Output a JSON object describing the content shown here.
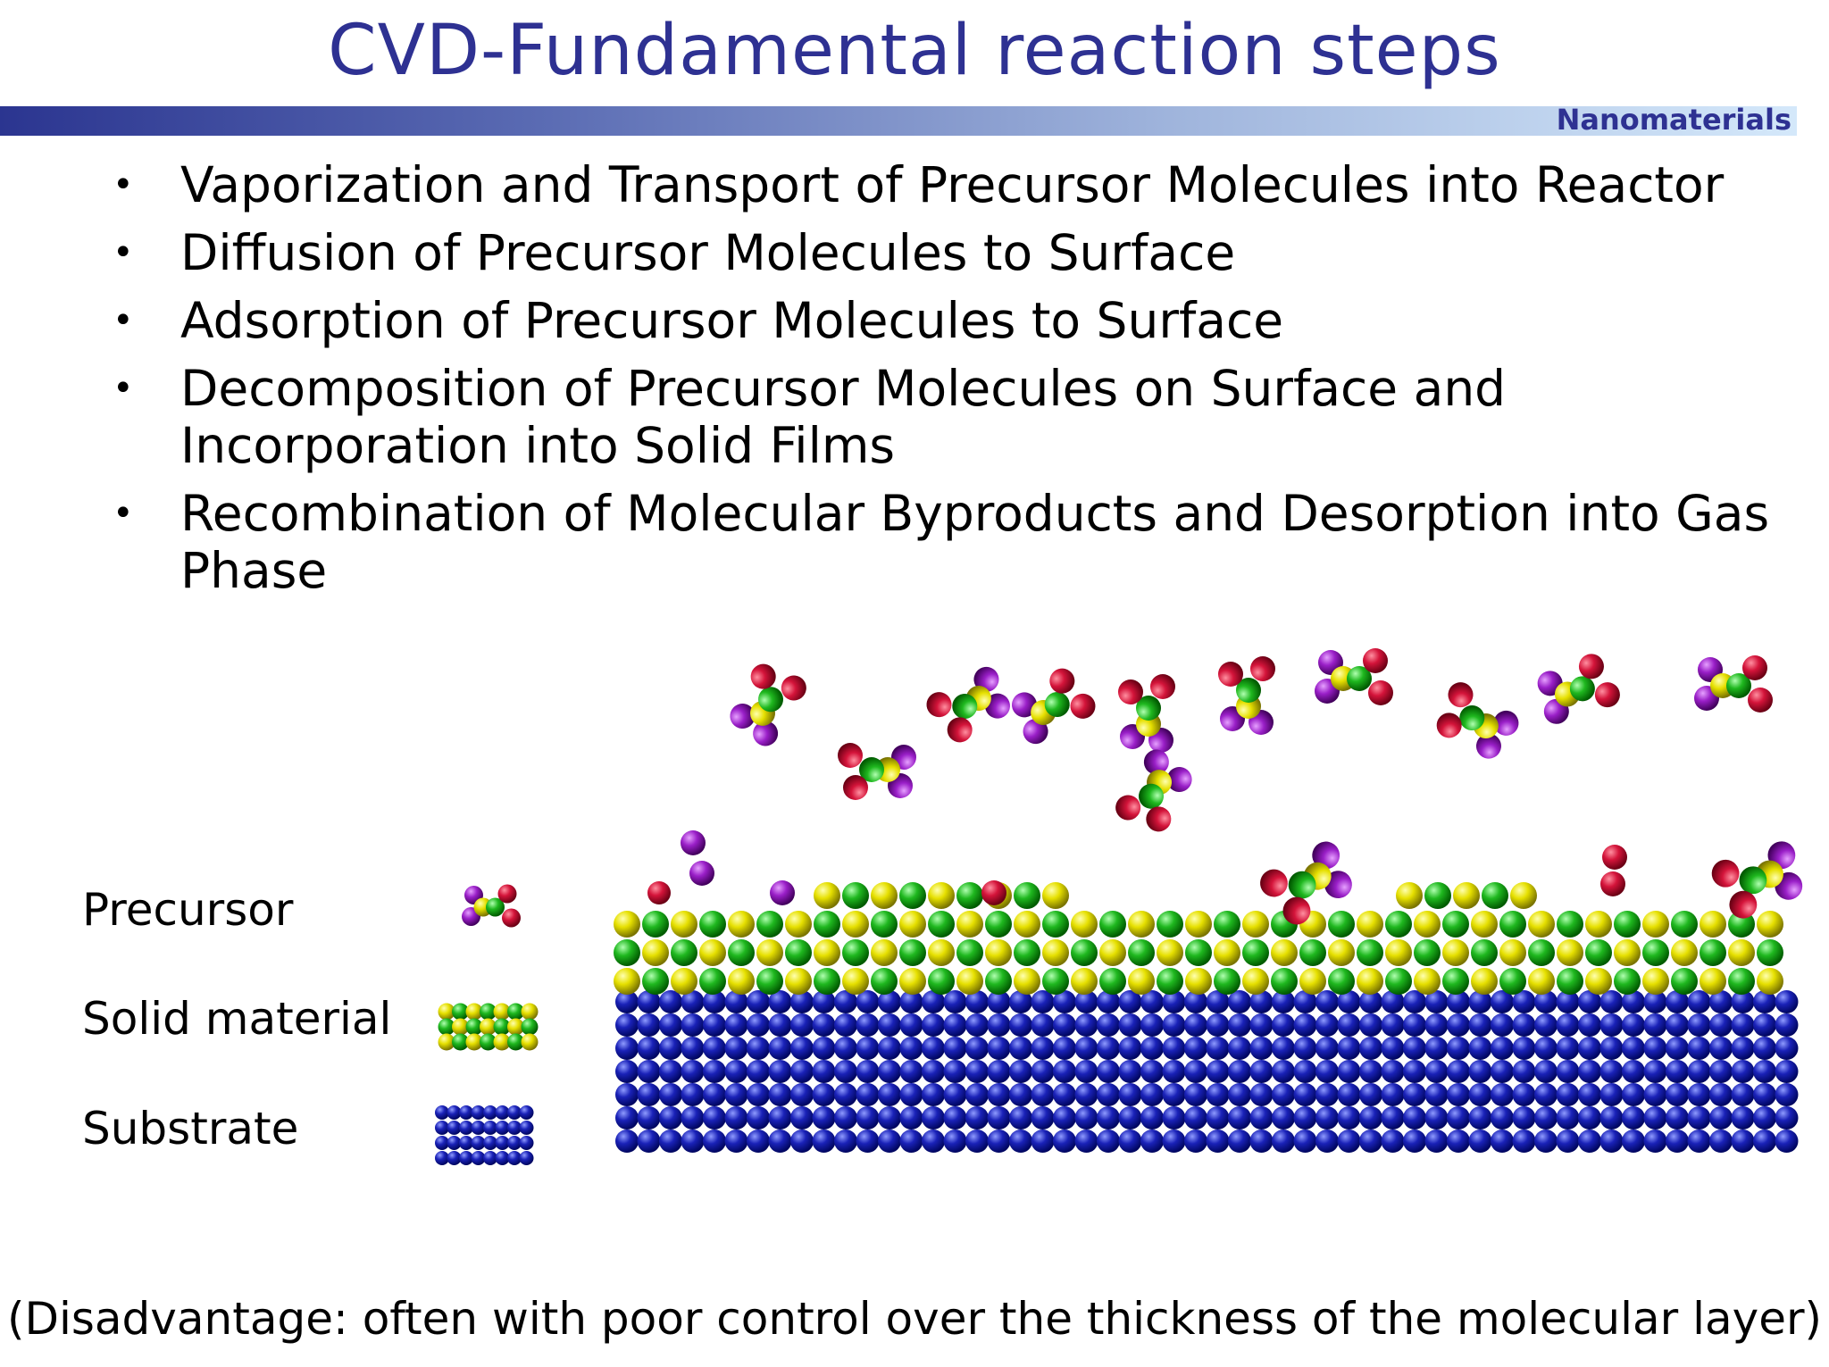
{
  "slide": {
    "title": "CVD-Fundamental reaction steps",
    "tag": "Nanomaterials",
    "bullets": [
      "Vaporization and Transport of Precursor Molecules into Reactor",
      "Diffusion of Precursor Molecules to Surface",
      "Adsorption of Precursor Molecules to Surface",
      "Decomposition of Precursor Molecules on Surface and Incorporation into Solid Films",
      "Recombination of Molecular Byproducts and Desorption into Gas Phase"
    ],
    "bullet_symbol": "•",
    "legend": {
      "precursor": "Precursor",
      "solid": "Solid material",
      "substrate": "Substrate"
    },
    "footer": "(Disadvantage: often with poor control over the thickness of the molecular layer)"
  },
  "colors": {
    "title": "#2e3192",
    "red": "#d4143a",
    "purple": "#9a1fc8",
    "yellow": "#e6e000",
    "green": "#1fb81f",
    "blue": "#1a22b8"
  }
}
